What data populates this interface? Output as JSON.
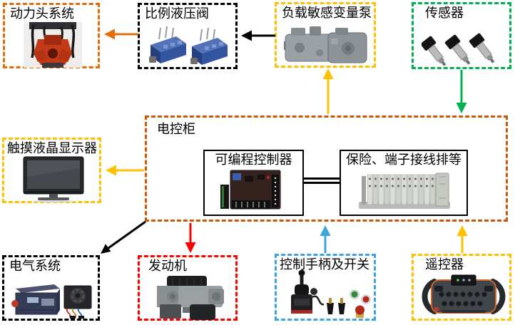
{
  "diagram": {
    "title_note": "电控系统结构图",
    "boxes": {
      "power_head": {
        "label": "动力头系统",
        "border_color": "#E36C0A"
      },
      "valve": {
        "label": "比例液压阀",
        "border_color": "#000000"
      },
      "pump": {
        "label": "负载敏感变量泵",
        "border_color": "#FFC000"
      },
      "sensor": {
        "label": "传感器",
        "border_color": "#00B050"
      },
      "display": {
        "label": "触摸液晶显示器",
        "border_color": "#FFC000"
      },
      "cabinet": {
        "label": "电控柜",
        "border_color": "#C9570E"
      },
      "plc": {
        "label": "可编程控制器",
        "border_color": "#000000"
      },
      "terminal": {
        "label": "保险、端子接线排等",
        "border_color": "#000000"
      },
      "electrical": {
        "label": "电气系统",
        "border_color": "#000000"
      },
      "engine": {
        "label": "发动机",
        "border_color": "#FF0000"
      },
      "joystick": {
        "label": "控制手柄及开关",
        "border_color": "#3FA3DC"
      },
      "remote": {
        "label": "遥控器",
        "border_color": "#FFC000"
      }
    },
    "connections": [
      {
        "from": "负载敏感变量泵",
        "to": "比例液压阀",
        "color": "#000000",
        "style": "arrow"
      },
      {
        "from": "比例液压阀",
        "to": "动力头系统",
        "color": "#E36C0A",
        "style": "arrow"
      },
      {
        "from": "电控柜",
        "to": "负载敏感变量泵",
        "color": "#FFC000",
        "style": "arrow"
      },
      {
        "from": "传感器",
        "to": "电控柜",
        "color": "#00B050",
        "style": "arrow"
      },
      {
        "from": "电控柜",
        "to": "触摸液晶显示器",
        "color": "#FFC000",
        "style": "arrow"
      },
      {
        "from": "电控柜",
        "to": "电气系统",
        "color": "#000000",
        "style": "arrow"
      },
      {
        "from": "电控柜",
        "to": "发动机",
        "color": "#FF0000",
        "style": "arrow"
      },
      {
        "from": "控制手柄及开关",
        "to": "电控柜",
        "color": "#3FA3DC",
        "style": "arrow"
      },
      {
        "from": "遥控器",
        "to": "电控柜",
        "color": "#FFC000",
        "style": "arrow"
      },
      {
        "from": "可编程控制器",
        "to": "保险、端子接线排等",
        "color": "#000000",
        "style": "double-line"
      }
    ]
  }
}
